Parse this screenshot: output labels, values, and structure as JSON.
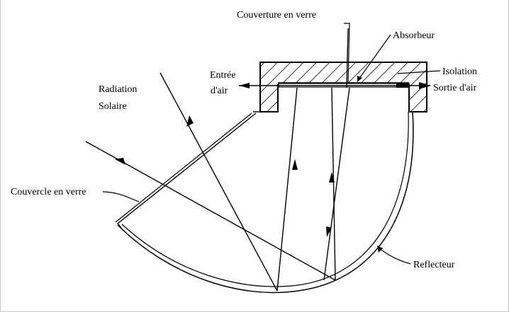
{
  "labels": {
    "couverture_en_verre": "Couverture en verre",
    "absorbeur": "Absorbeur",
    "isolation": "Isolation",
    "entree_line1": "Entrée",
    "entree_line2": "d'air",
    "sortie": "Sortie d'air",
    "radiation_line1": "Radiation",
    "radiation_line2": "Solaire",
    "couvercle_en_verre": "Couvercle en verre",
    "reflecteur": "Reflecteur"
  },
  "colors": {
    "ink": "#000000",
    "background": "#ffffff",
    "frame": "#c9c9c9"
  }
}
